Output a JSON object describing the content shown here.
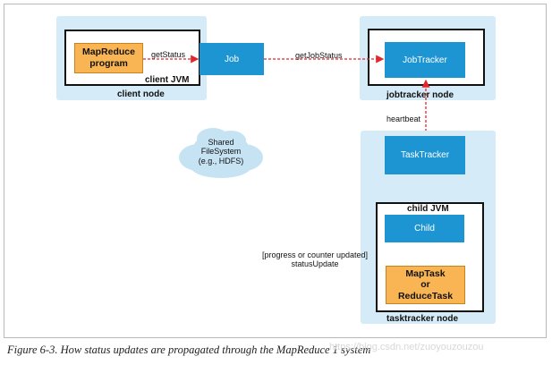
{
  "diagram": {
    "client_node": {
      "label": "client node",
      "jvm_label": "client JVM",
      "program_label": "MapReduce\nprogram",
      "job_label": "Job",
      "get_status_label": "getStatus"
    },
    "get_job_status_label": "getJobStatus",
    "jobtracker_node": {
      "label": "jobtracker node",
      "box_label": "JobTracker"
    },
    "heartbeat_label": "heartbeat",
    "shared_fs_label": "Shared\nFileSystem\n(e.g., HDFS)",
    "tasktracker_node": {
      "label": "tasktracker node",
      "box_label": "TaskTracker",
      "child_jvm_label": "child JVM",
      "child_label": "Child",
      "task_label": "MapTask\nor\nReduceTask"
    },
    "status_update_label": "[progress or counter updated]\nstatusUpdate"
  },
  "caption": "Figure 6-3. How status updates are propagated through the MapReduce 1 system",
  "watermark": "https://blog.csdn.net/zuoyouzouzou",
  "colors": {
    "node_bg": "#d5ebf7",
    "box_blue": "#1e95d3",
    "task_orange": "#f9b553",
    "arrow_red": "#e0282c"
  }
}
